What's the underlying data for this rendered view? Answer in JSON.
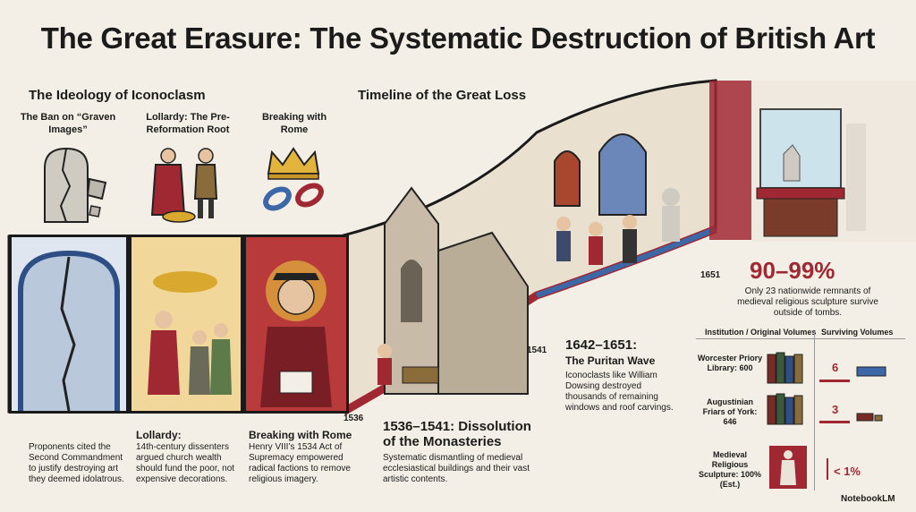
{
  "title": "The Great Erasure: The Systematic Destruction of British Art",
  "ideology": {
    "heading": "The Ideology of Iconoclasm",
    "items": [
      {
        "head": "The Ban on “Graven Images”",
        "icon": "broken-tablet-icon"
      },
      {
        "head": "Lollardy: The Pre-Reformation Root",
        "icon": "two-figures-icon"
      },
      {
        "head": "Breaking with Rome",
        "icon": "crown-broken-chain-icon"
      }
    ]
  },
  "timeline_heading": "Timeline of the Great Loss",
  "captions": {
    "c1": "Proponents cited the Second Commandment to justify destroying art they deemed idolatrous.",
    "c2_title": "Lollardy:",
    "c2_text": "14th-century dissenters argued church wealth should fund the poor, not expensive decorations.",
    "c3_title": "Breaking with Rome",
    "c3_text": "Henry VIII’s 1534 Act of Supremacy empowered radical factions to remove religious imagery.",
    "c4_title": "1536–1541: Dissolution of the Monasteries",
    "c4_text": "Systematic dismantling of medieval ecclesiastical buildings and their vast artistic contents.",
    "c5_title": "1642–1651:",
    "c5_sub": "The Puritan Wave",
    "c5_text": "Iconoclasts like William Dowsing destroyed thousands of remaining windows and roof carvings."
  },
  "years": {
    "y1": "1536",
    "y2": "1541",
    "y3": "1651"
  },
  "stat": {
    "value": "90–99%",
    "text": "Only 23 nationwide remnants of medieval religious sculpture survive outside of tombs."
  },
  "table": {
    "col1": "Institution / Original Volumes",
    "col2": "Surviving Volumes",
    "rows": [
      {
        "label": "Worcester Priory Library: 600",
        "value": "6"
      },
      {
        "label": "Augustinian Friars of York: 646",
        "value": "3"
      },
      {
        "label": "Medieval Religious Sculpture: 100% (Est.)",
        "value": "< 1%"
      }
    ]
  },
  "logo": "NotebookLM",
  "colors": {
    "accent": "#a02833",
    "blue": "#3d68a8",
    "paper": "#f4efe6"
  }
}
